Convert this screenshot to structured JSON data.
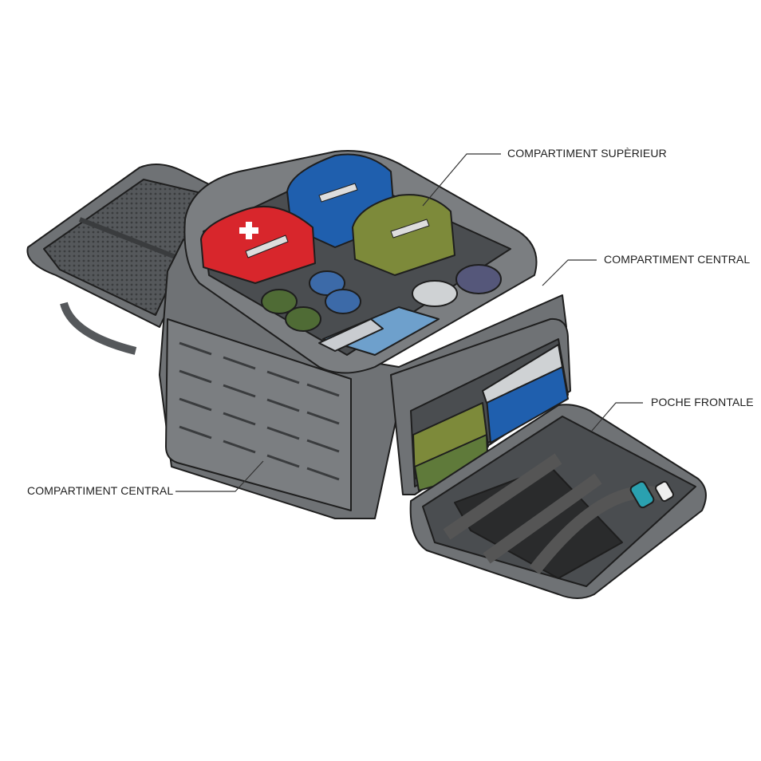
{
  "labels": {
    "top_compartment": "COMPARTIMENT SUPÈRIEUR",
    "central_compartment_right": "COMPARTIMENT CENTRAL",
    "front_pocket": "POCHE FRONTALE",
    "central_compartment_left": "COMPARTIMENT CENTRAL"
  },
  "colors": {
    "bag": "#6f7275",
    "bag_dark": "#4a4d50",
    "red_pouch": "#d8262c",
    "blue_pouch": "#1f5fae",
    "green_pouch": "#7d8a3a",
    "outline": "#1e1e1e"
  }
}
